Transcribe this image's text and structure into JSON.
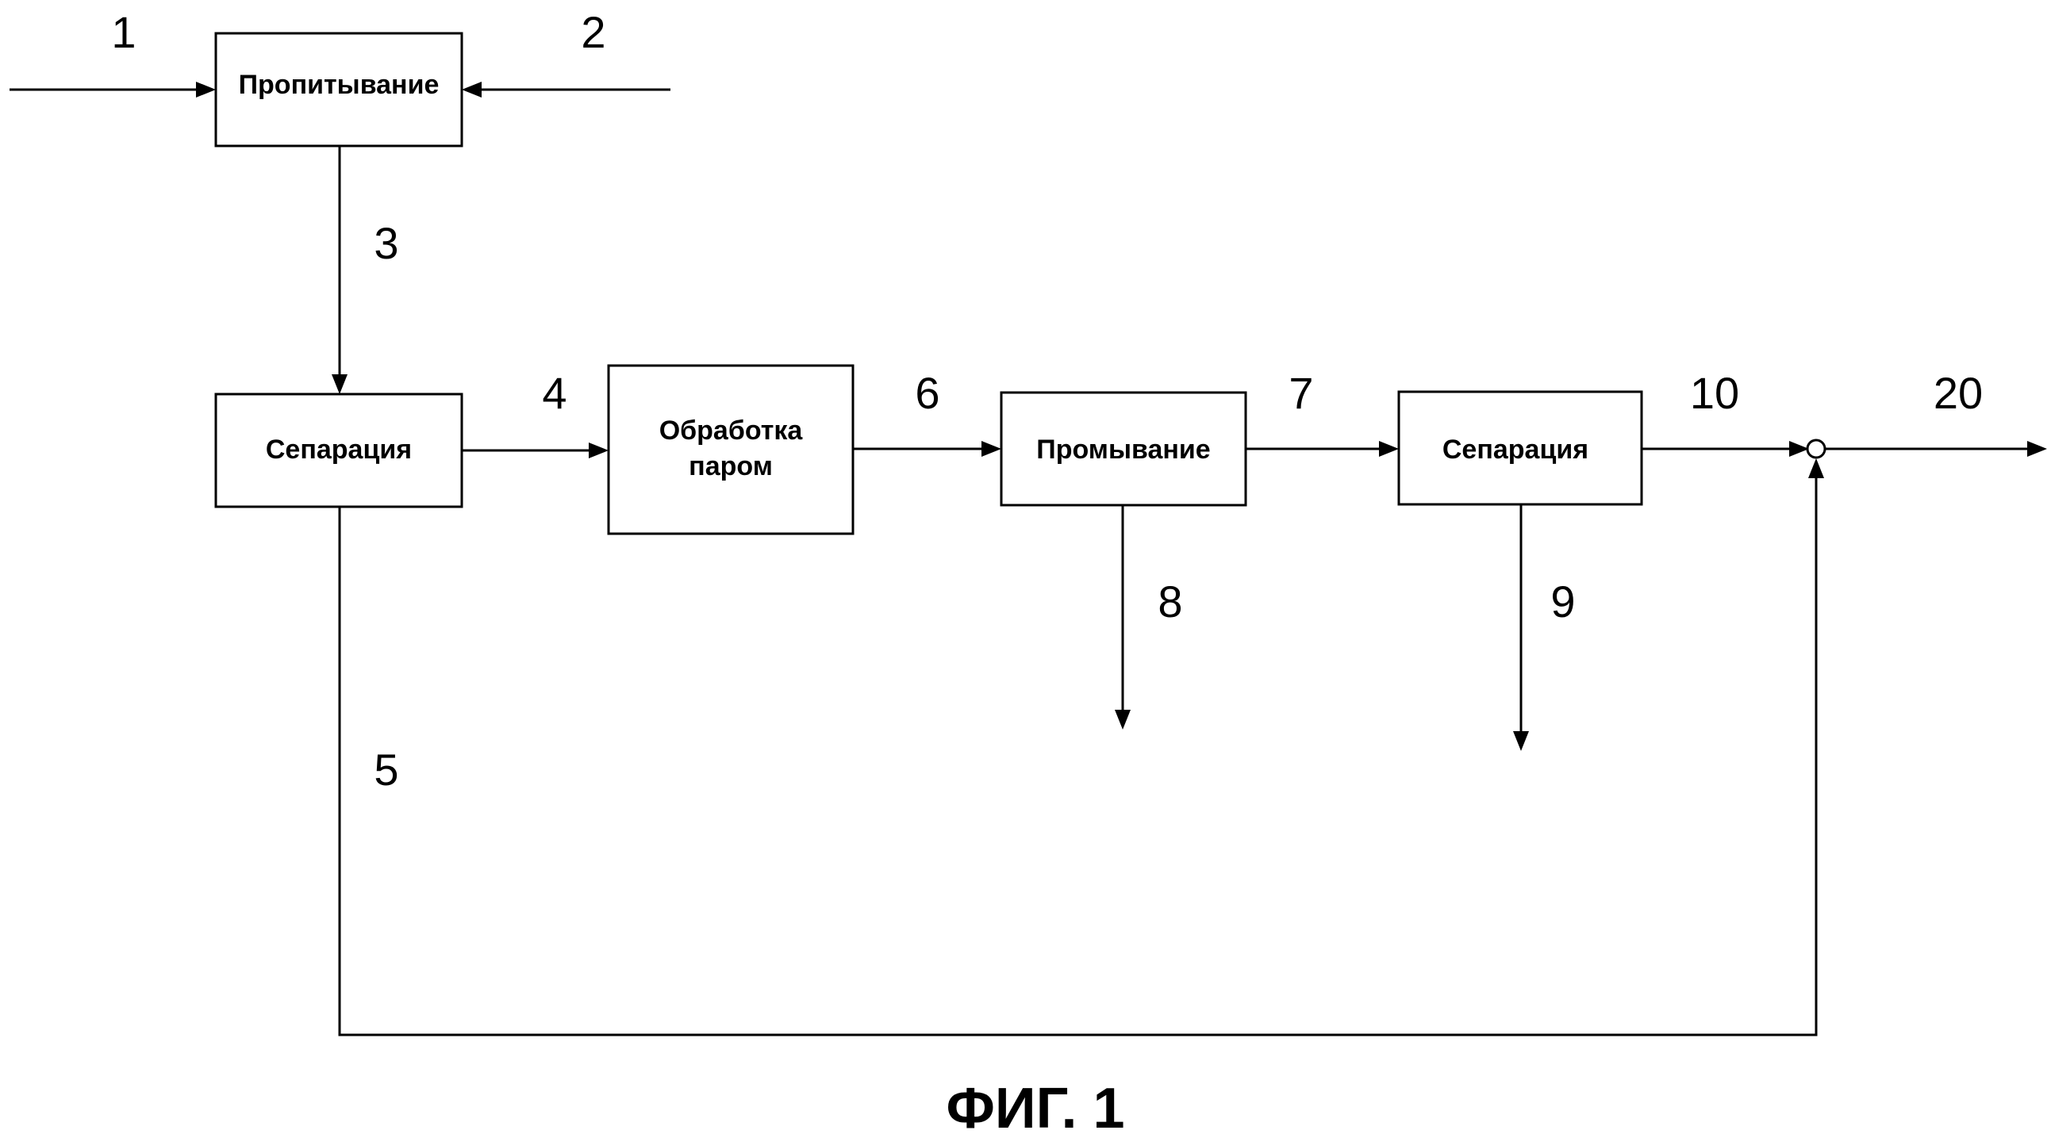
{
  "boxes": {
    "impregnation": "Пропитывание",
    "separation_1": "Сепарация",
    "steam_line_1": "Обработка",
    "steam_line_2": "паром",
    "washing": "Промывание",
    "separation_2": "Сепарация"
  },
  "streams": {
    "s1": "1",
    "s2": "2",
    "s3": "3",
    "s4": "4",
    "s5": "5",
    "s6": "6",
    "s7": "7",
    "s8": "8",
    "s9": "9",
    "s10": "10",
    "s20": "20"
  },
  "caption": "ФИГ. 1"
}
